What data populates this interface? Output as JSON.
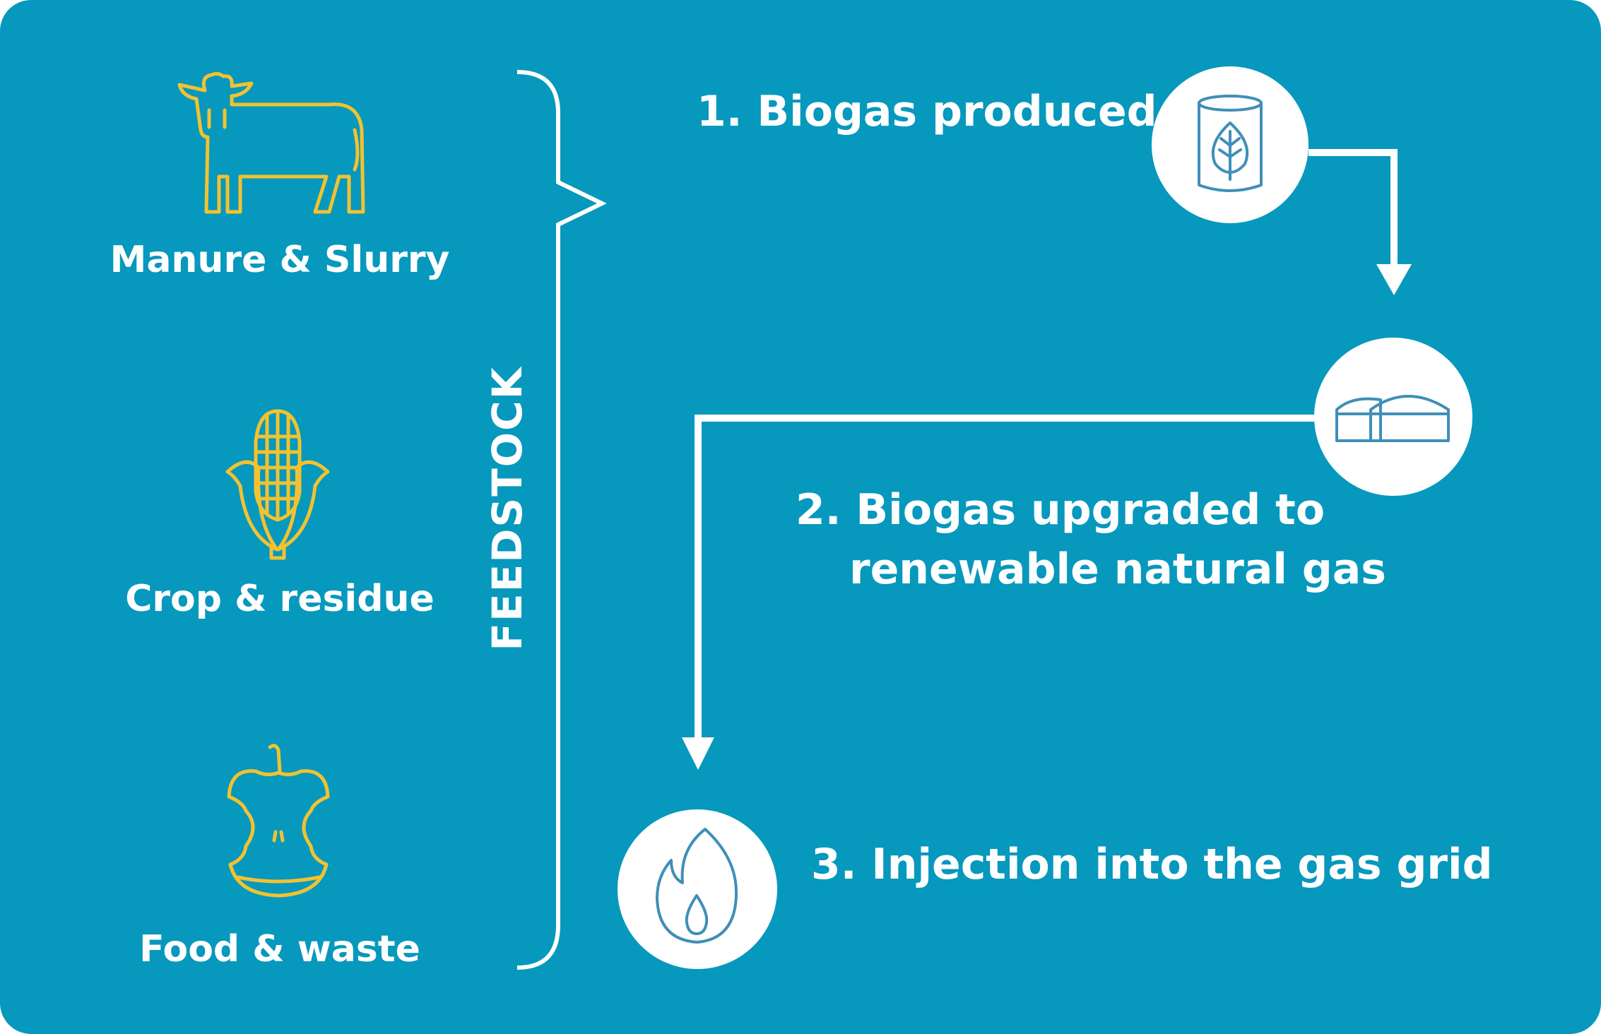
{
  "colors": {
    "background": "#0798BD",
    "icon_yellow": "#F2C230",
    "icon_blue": "#3F8FB8",
    "white": "#FFFFFF"
  },
  "feedstock": {
    "group_label": "FEEDSTOCK",
    "items": [
      {
        "label": "Manure & Slurry",
        "icon": "cow-icon"
      },
      {
        "label": "Crop & residue",
        "icon": "corn-icon"
      },
      {
        "label": "Food & waste",
        "icon": "apple-core-icon"
      }
    ]
  },
  "steps": [
    {
      "label": "1. Biogas produced",
      "icon": "biogas-container-leaf-icon"
    },
    {
      "label_line1": "2. Biogas upgraded to",
      "label_line2": "renewable natural gas",
      "icon": "digester-domes-icon"
    },
    {
      "label": "3. Injection into the gas grid",
      "icon": "flame-icon"
    }
  ]
}
